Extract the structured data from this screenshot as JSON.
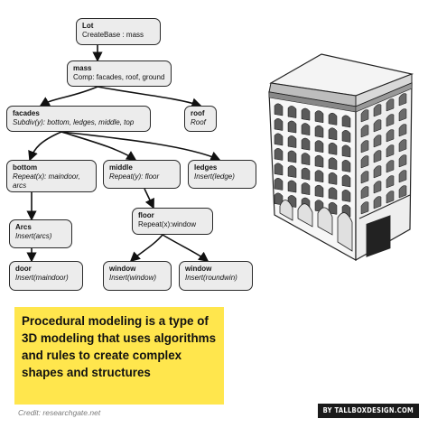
{
  "diagram": {
    "nodes": {
      "lot": {
        "title": "Lot",
        "rule": "CreateBase : mass"
      },
      "mass": {
        "title": "mass",
        "rule": "Comp: facades, roof, ground"
      },
      "facades": {
        "title": "facades",
        "rule": "Subdiv(y): bottom, ledges, middle, top"
      },
      "roof": {
        "title": "roof",
        "rule": "Roof"
      },
      "bottom": {
        "title": "bottom",
        "rule": "Repeat(x): maindoor, arcs"
      },
      "middle": {
        "title": "middle",
        "rule": "Repeat(y): floor"
      },
      "ledges": {
        "title": "ledges",
        "rule": "Insert(ledge)"
      },
      "floor": {
        "title": "floor",
        "rule": "Repeat(x):window"
      },
      "arcs": {
        "title": "Arcs",
        "rule": "Insert(arcs)"
      },
      "door": {
        "title": "door",
        "rule": "Insert(maindoor)"
      },
      "window1": {
        "title": "window",
        "rule": "Insert(window)"
      },
      "window2": {
        "title": "window",
        "rule": "Insert(roundwin)"
      }
    }
  },
  "highlight_text": "Procedural modeling is a type of 3D modeling that uses algorithms and rules to create complex shapes and structures",
  "credit": "Credit: researchgate.net",
  "brand": "BY TALLBOXDESIGN.COM",
  "colors": {
    "highlight": "#ffe64d",
    "node_fill": "#ececec",
    "brand_bg": "#1a1a1a"
  }
}
